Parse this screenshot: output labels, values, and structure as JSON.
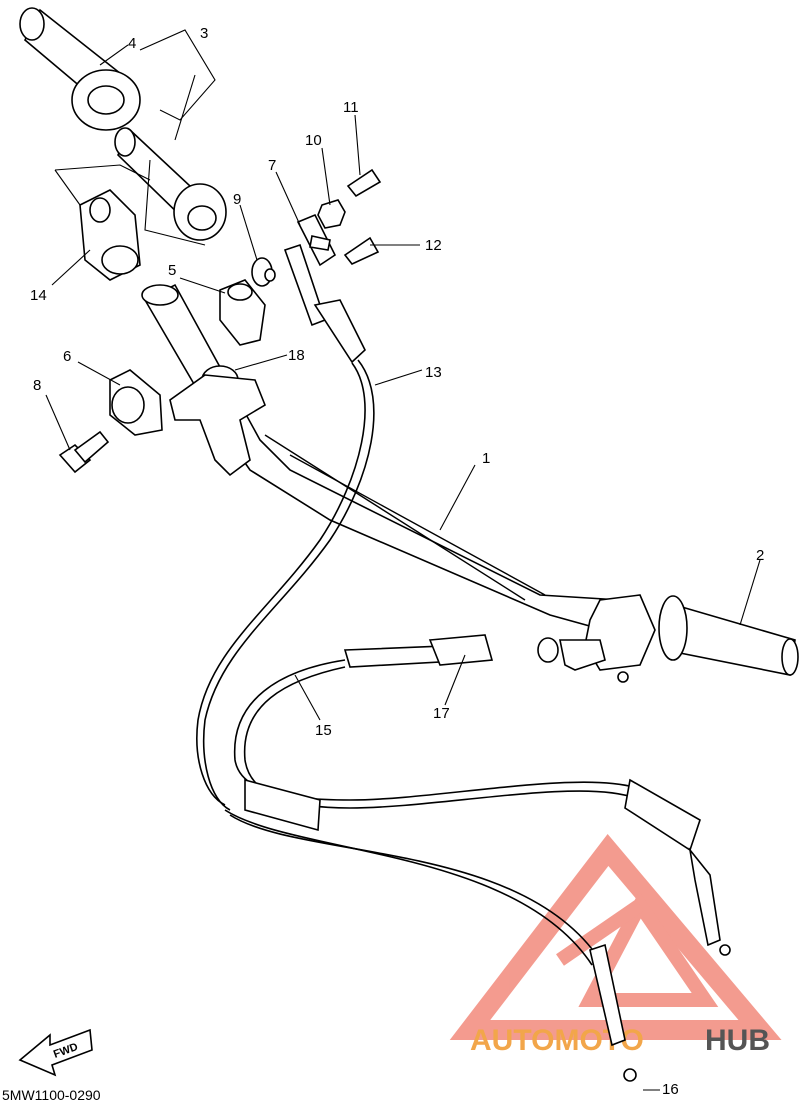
{
  "diagram": {
    "callouts": [
      {
        "id": "1",
        "text": "1"
      },
      {
        "id": "2",
        "text": "2"
      },
      {
        "id": "3",
        "text": "3"
      },
      {
        "id": "4",
        "text": "4"
      },
      {
        "id": "5",
        "text": "5"
      },
      {
        "id": "6",
        "text": "6"
      },
      {
        "id": "7",
        "text": "7"
      },
      {
        "id": "8",
        "text": "8"
      },
      {
        "id": "9",
        "text": "9"
      },
      {
        "id": "10",
        "text": "10"
      },
      {
        "id": "11",
        "text": "11"
      },
      {
        "id": "12",
        "text": "12"
      },
      {
        "id": "13",
        "text": "13"
      },
      {
        "id": "14",
        "text": "14"
      },
      {
        "id": "15",
        "text": "15"
      },
      {
        "id": "16",
        "text": "16"
      },
      {
        "id": "17",
        "text": "17"
      },
      {
        "id": "18",
        "text": "18"
      }
    ],
    "fwd_label": "FWD",
    "drawing_code": "5MW1100-0290"
  },
  "watermark": {
    "text_part1": "AUTOMOTO",
    "text_part2": "HUB",
    "color_primary": "#f07a6a",
    "color_secondary": "#f2a64a",
    "color_dark": "#555555"
  }
}
